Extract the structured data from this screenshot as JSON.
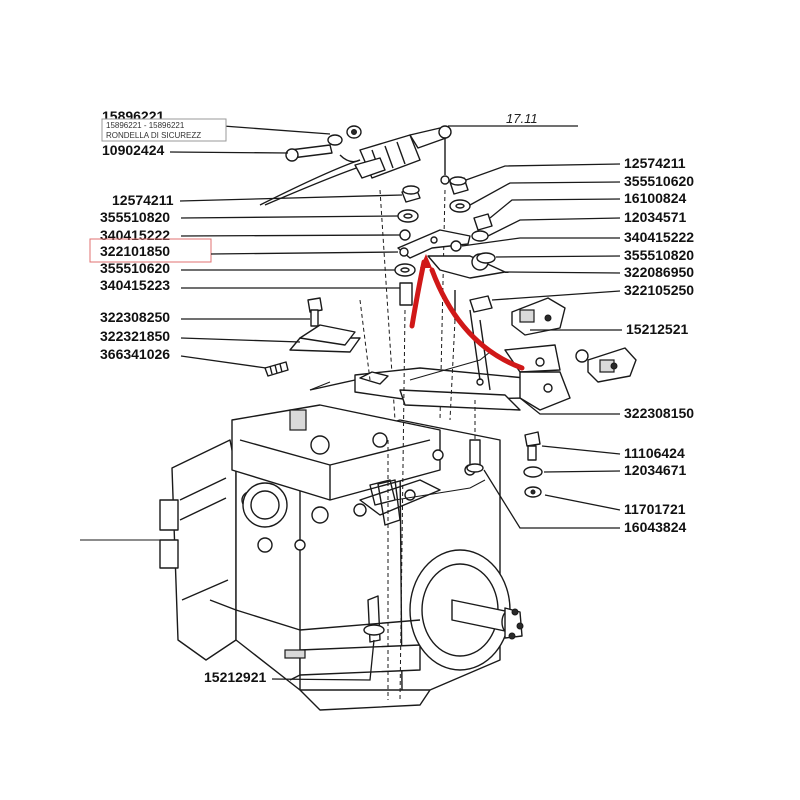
{
  "page_ref": "17.11",
  "tooltip": {
    "line1": "15896221 - 15896221",
    "line2": "RONDELLA DI SICUREZZ"
  },
  "highlight_color": "#e07070",
  "arrow_color": "#d01818",
  "labels_left": [
    {
      "id": "15896221"
    },
    {
      "id": "10902424"
    },
    {
      "id": "12574211"
    },
    {
      "id": "355510820"
    },
    {
      "id": "340415222"
    },
    {
      "id": "322101850",
      "highlighted": true
    },
    {
      "id": "355510620"
    },
    {
      "id": "340415223"
    },
    {
      "id": "322308250"
    },
    {
      "id": "322321850"
    },
    {
      "id": "366341026"
    },
    {
      "id": "15212921"
    }
  ],
  "labels_right": [
    {
      "id": "12574211"
    },
    {
      "id": "355510620"
    },
    {
      "id": "16100824"
    },
    {
      "id": "12034571"
    },
    {
      "id": "340415222"
    },
    {
      "id": "355510820"
    },
    {
      "id": "322086950"
    },
    {
      "id": "322105250"
    },
    {
      "id": "15212521"
    },
    {
      "id": "322308150"
    },
    {
      "id": "11106424"
    },
    {
      "id": "12034671"
    },
    {
      "id": "11701721"
    },
    {
      "id": "16043824"
    }
  ]
}
